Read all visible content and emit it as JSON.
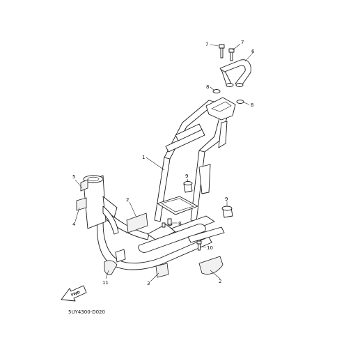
{
  "diagram": {
    "code": "5UY4300-D020",
    "front_arrow": "FWD",
    "callouts": {
      "c1": "1",
      "c2a": "2",
      "c2b": "2",
      "c3": "3",
      "c4": "4",
      "c5": "5",
      "c6": "6",
      "c7a": "7",
      "c7b": "7",
      "c8a": "8",
      "c8b": "8",
      "c8c": "8",
      "c9a": "9",
      "c9b": "9",
      "c10": "10",
      "c11": "11"
    }
  }
}
